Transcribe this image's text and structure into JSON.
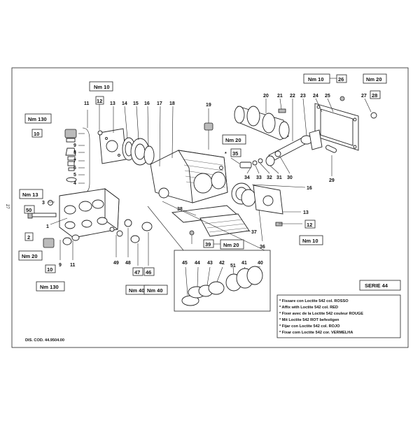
{
  "page_number": "27",
  "series_label": "SERIE 44",
  "drawing_code": "DIS. COD. 44.9504.00",
  "notes": [
    "* Fissare con Loctite 542 col. ROSSO",
    "* Affix with Loctite 542 col. RED",
    "* Fixer avec de la Loctite 542 couleur ROUGE",
    "* Mit Loctite 542 ROT befestigen",
    "* Fijar con Loctite 542 col. ROJO",
    "* Fixar com Loctite 542 cor. VERMELHA"
  ],
  "boxed_part_numbers": [
    "12",
    "10",
    "50",
    "2",
    "10",
    "47",
    "46",
    "35",
    "39",
    "12",
    "26",
    "28"
  ],
  "torque_labels": [
    "Nm 10",
    "Nm 130",
    "Nm 13",
    "Nm 20",
    "Nm 130",
    "Nm 40",
    "Nm 40",
    "Nm 20",
    "Nm 20",
    "Nm 10",
    "Nm 10",
    "Nm 20"
  ],
  "part_numbers_top": [
    "20",
    "21",
    "22",
    "23",
    "24",
    "25",
    "27"
  ],
  "part_numbers_row": [
    "13",
    "14",
    "15",
    "16",
    "17",
    "18",
    "19",
    "11"
  ],
  "part_numbers_left": [
    "9",
    "8",
    "7",
    "6",
    "5",
    "4",
    "3",
    "1",
    "9",
    "11"
  ],
  "part_numbers_right": [
    "34",
    "33",
    "32",
    "31",
    "30",
    "29",
    "16",
    "13",
    "36",
    "37",
    "38",
    "49",
    "48"
  ],
  "part_numbers_inset": [
    "45",
    "44",
    "43",
    "42",
    "51",
    "41",
    "40"
  ]
}
